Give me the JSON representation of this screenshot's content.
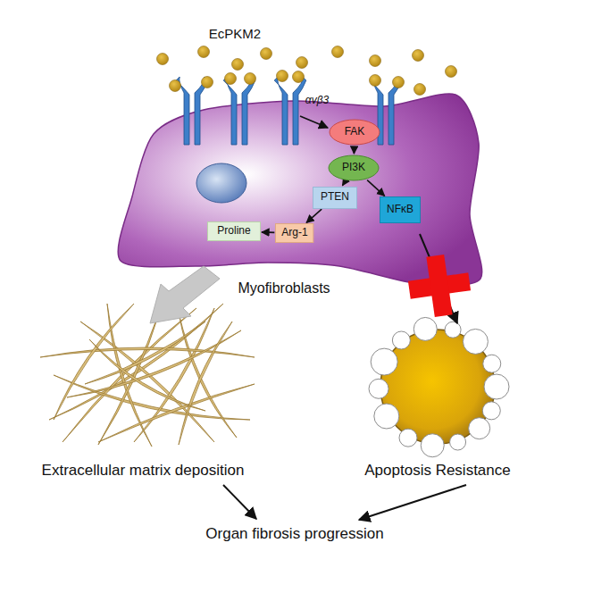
{
  "diagram": {
    "nodes": [
      {
        "text": [
          "FAK"
        ]
      },
      {
        "text": [
          "PI3K"
        ]
      },
      {
        "text": [
          "PTEN"
        ]
      },
      {
        "text": [
          "NFκB"
        ]
      },
      {
        "text": [
          "Arg-1"
        ]
      },
      {
        "text": [
          "Proline"
        ]
      }
    ],
    "edges": [
      {
        "from": 0,
        "to": 1,
        "arrow": "to"
      },
      {
        "from": 1,
        "to": 2,
        "arrow": "to"
      },
      {
        "from": 1,
        "to": 3,
        "arrow": "to"
      },
      {
        "from": 2,
        "to": 4,
        "arrow": "to"
      },
      {
        "from": 4,
        "to": 5,
        "arrow": "to"
      }
    ],
    "labels": [
      "EcPKM2",
      "αvβ3",
      "Myofibroblasts",
      "Extracellular matrix deposition",
      "Apoptosis Resistance",
      "Organ fibrosis progression"
    ]
  }
}
